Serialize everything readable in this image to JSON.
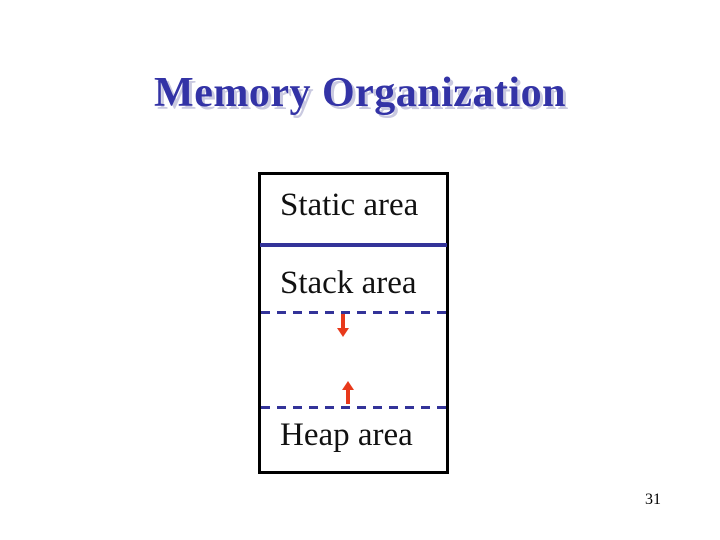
{
  "slide": {
    "title": "Memory Organization",
    "page_number": "31",
    "colors": {
      "background": "#ffffff",
      "title_blue": "#3333a6",
      "title_shadow": "#c9c9e0",
      "line_navy": "#333399",
      "arrow_red": "#e8391b",
      "box_border": "#000000",
      "label_black": "#111111"
    }
  },
  "diagram": {
    "description": "Memory layout box with three regions; stack grows downward and heap grows upward toward each other",
    "sections": [
      {
        "label": "Static area"
      },
      {
        "label": "Stack area"
      },
      {
        "label": "Heap area"
      }
    ],
    "arrows": [
      {
        "name": "stack-growth-arrow",
        "direction": "down"
      },
      {
        "name": "heap-growth-arrow",
        "direction": "up"
      }
    ]
  }
}
